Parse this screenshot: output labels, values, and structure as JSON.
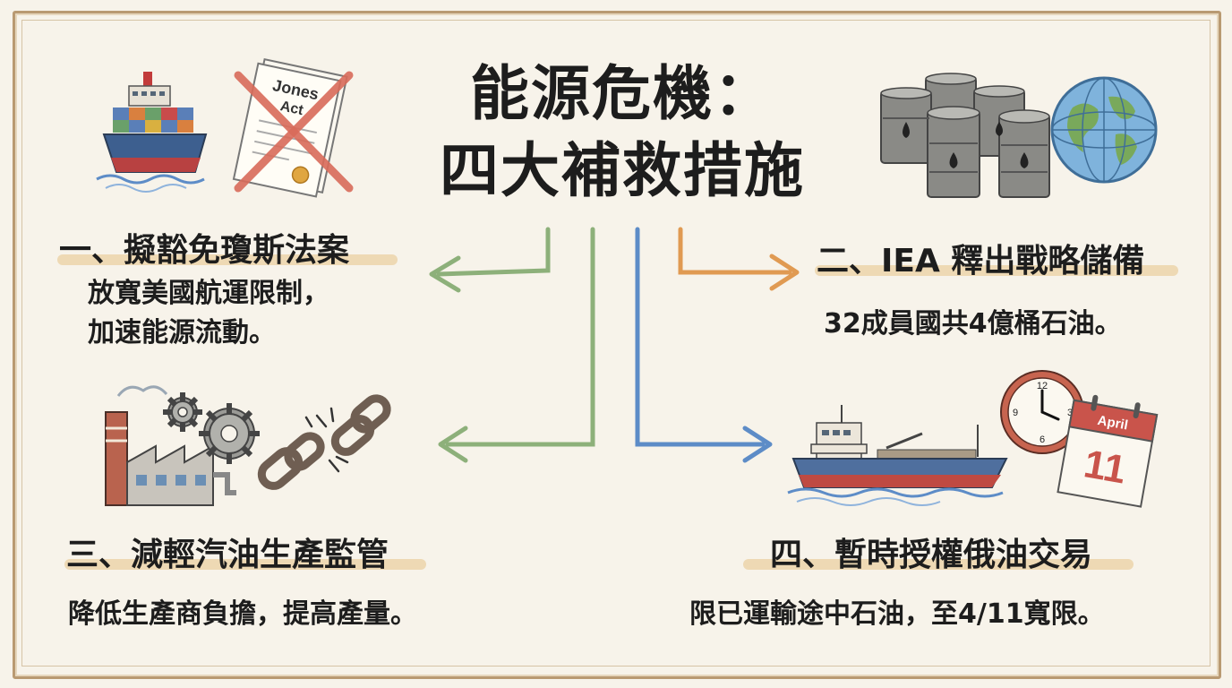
{
  "title": {
    "line1": "能源危機：",
    "line2": "四大補救措施"
  },
  "measures": [
    {
      "heading": "一、擬豁免瓊斯法案",
      "desc_line1": "放寬美國航運限制，",
      "desc_line2": "加速能源流動。"
    },
    {
      "heading": "二、IEA 釋出戰略儲備",
      "desc_line1": "32成員國共4億桶石油。"
    },
    {
      "heading": "三、減輕汽油生產監管",
      "desc_line1": "降低生產商負擔，提高產量。"
    },
    {
      "heading": "四、暫時授權俄油交易",
      "desc_line1": "限已運輸途中石油，至4/11寬限。"
    }
  ],
  "illustrations": {
    "document_label": "Jones Act",
    "calendar_month": "April",
    "calendar_day": "11",
    "clock_numbers": [
      "12",
      "3",
      "6",
      "9"
    ]
  },
  "colors": {
    "arrow_green": "#8db07a",
    "arrow_orange": "#e09a52",
    "arrow_blue": "#5d8cc7",
    "cross_red": "#d96b5a",
    "highlight": "#eacd9c"
  },
  "icons": [
    "container-ship-icon",
    "jones-act-document-icon",
    "oil-barrels-icon",
    "globe-icon",
    "factory-icon",
    "gears-icon",
    "broken-chain-icon",
    "tanker-ship-icon",
    "clock-icon",
    "calendar-icon"
  ]
}
